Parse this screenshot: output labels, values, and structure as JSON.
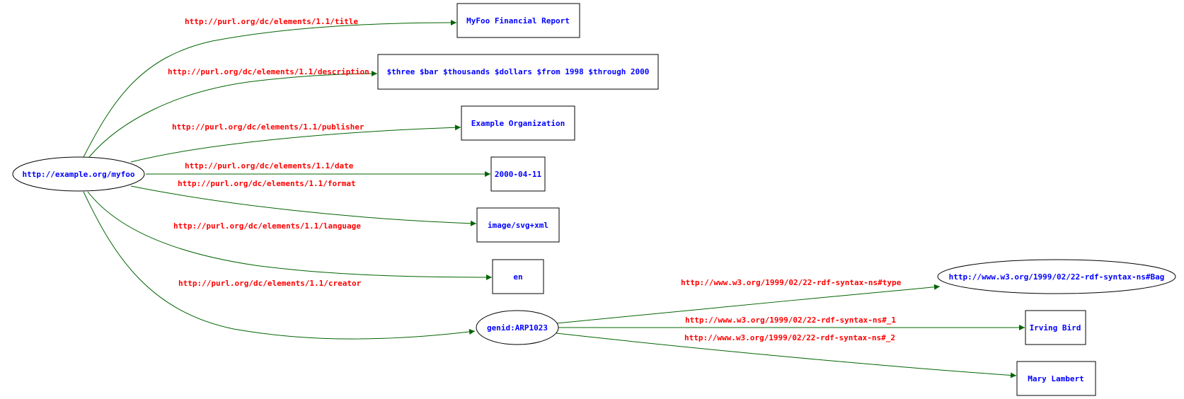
{
  "colors": {
    "node_text": "#0000ff",
    "edge_label": "#ff0000",
    "edge_line": "#006400",
    "node_border": "#000000",
    "background": "#ffffff"
  },
  "nodes": {
    "myfoo": {
      "label": "http://example.org/myfoo",
      "shape": "ellipse"
    },
    "title": {
      "label": "MyFoo Financial Report",
      "shape": "box"
    },
    "description": {
      "label": "$three $bar $thousands $dollars $from 1998 $through 2000",
      "shape": "box"
    },
    "publisher": {
      "label": "Example Organization",
      "shape": "box"
    },
    "date": {
      "label": "2000-04-11",
      "shape": "box"
    },
    "format": {
      "label": "image/svg+xml",
      "shape": "box"
    },
    "language": {
      "label": "en",
      "shape": "box"
    },
    "genid": {
      "label": "genid:ARP1023",
      "shape": "ellipse"
    },
    "bag": {
      "label": "http://www.w3.org/1999/02/22-rdf-syntax-ns#Bag",
      "shape": "ellipse"
    },
    "irving": {
      "label": "Irving Bird",
      "shape": "box"
    },
    "mary": {
      "label": "Mary Lambert",
      "shape": "box"
    }
  },
  "edges": {
    "title": {
      "label": "http://purl.org/dc/elements/1.1/title"
    },
    "description": {
      "label": "http://purl.org/dc/elements/1.1/description"
    },
    "publisher": {
      "label": "http://purl.org/dc/elements/1.1/publisher"
    },
    "date": {
      "label": "http://purl.org/dc/elements/1.1/date"
    },
    "format": {
      "label": "http://purl.org/dc/elements/1.1/format"
    },
    "language": {
      "label": "http://purl.org/dc/elements/1.1/language"
    },
    "creator": {
      "label": "http://purl.org/dc/elements/1.1/creator"
    },
    "type": {
      "label": "http://www.w3.org/1999/02/22-rdf-syntax-ns#type"
    },
    "item1": {
      "label": "http://www.w3.org/1999/02/22-rdf-syntax-ns#_1"
    },
    "item2": {
      "label": "http://www.w3.org/1999/02/22-rdf-syntax-ns#_2"
    }
  }
}
